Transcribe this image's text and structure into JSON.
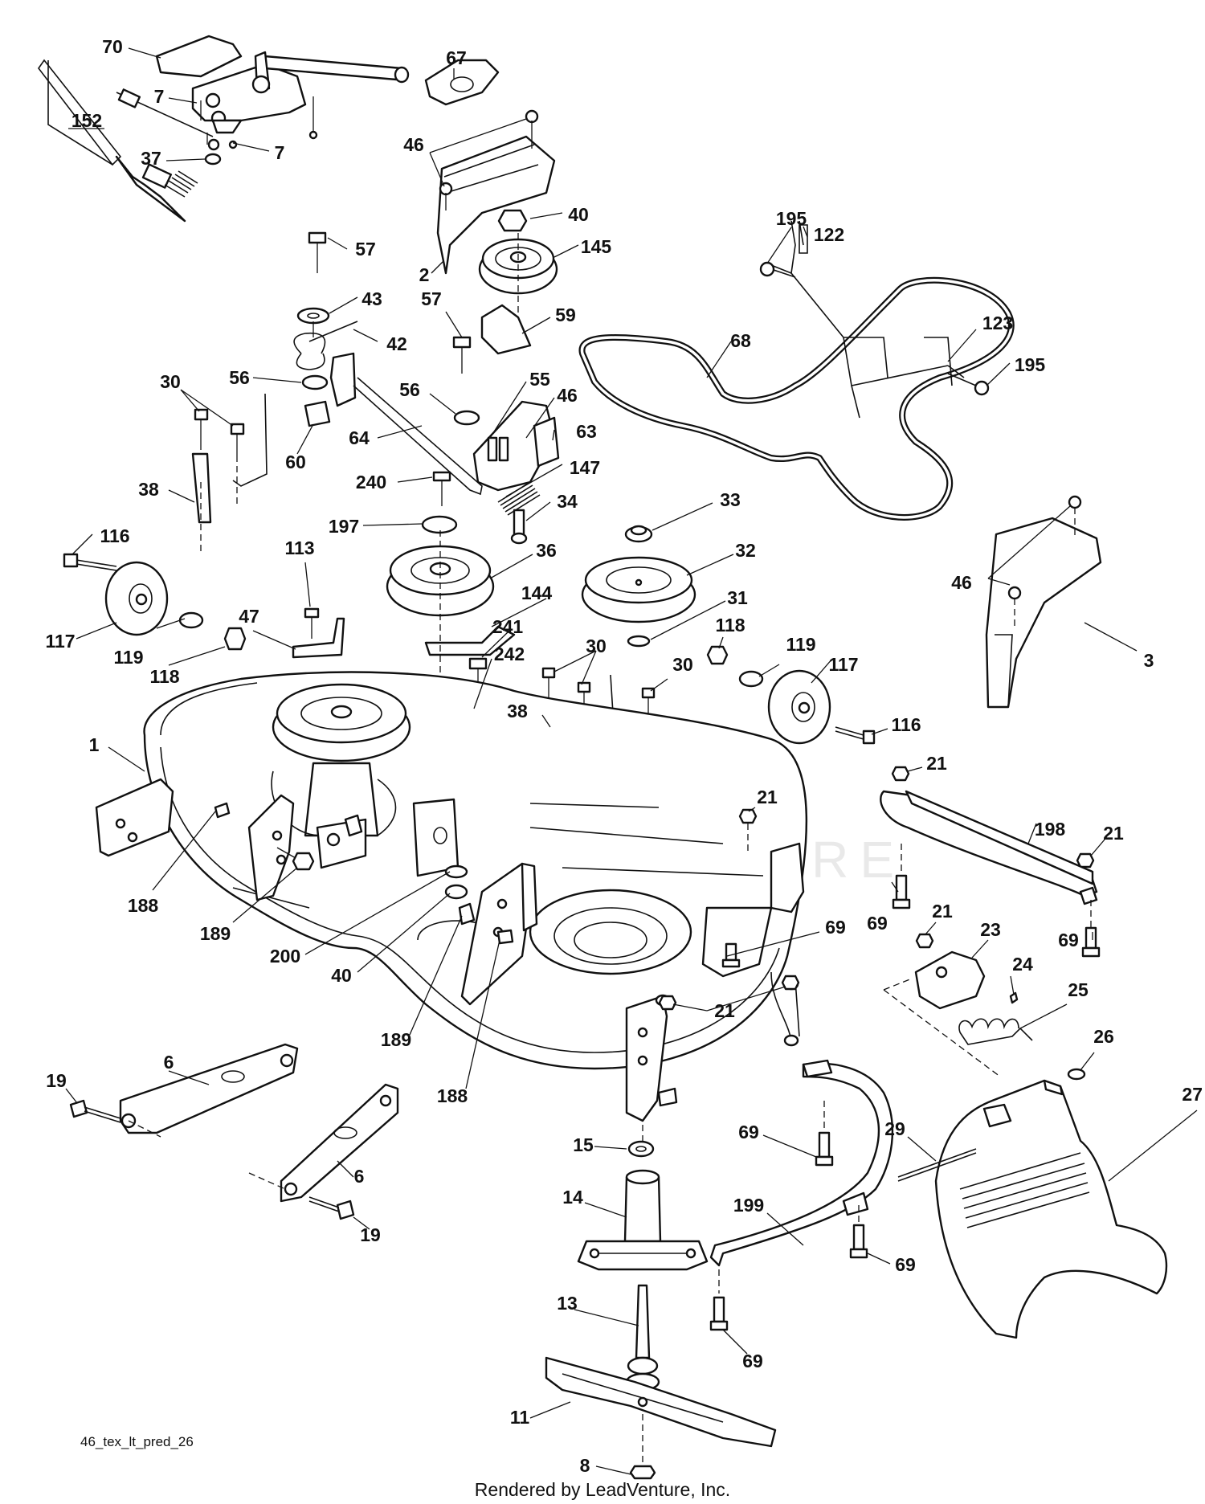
{
  "diagram": {
    "watermark": "LEADVENTURE",
    "drawing_code": "46_tex_lt_pred_26",
    "credit": "Rendered by LeadVenture, Inc."
  },
  "callouts": [
    {
      "label": "70"
    },
    {
      "label": "7"
    },
    {
      "label": "7"
    },
    {
      "label": "152"
    },
    {
      "label": "37"
    },
    {
      "label": "67"
    },
    {
      "label": "46"
    },
    {
      "label": "40"
    },
    {
      "label": "2"
    },
    {
      "label": "145"
    },
    {
      "label": "57"
    },
    {
      "label": "43"
    },
    {
      "label": "42"
    },
    {
      "label": "56"
    },
    {
      "label": "60"
    },
    {
      "label": "30"
    },
    {
      "label": "38"
    },
    {
      "label": "57"
    },
    {
      "label": "59"
    },
    {
      "label": "55"
    },
    {
      "label": "56"
    },
    {
      "label": "46"
    },
    {
      "label": "63"
    },
    {
      "label": "64"
    },
    {
      "label": "147"
    },
    {
      "label": "240"
    },
    {
      "label": "34"
    },
    {
      "label": "197"
    },
    {
      "label": "195"
    },
    {
      "label": "122"
    },
    {
      "label": "68"
    },
    {
      "label": "123"
    },
    {
      "label": "195"
    },
    {
      "label": "33"
    },
    {
      "label": "32"
    },
    {
      "label": "36"
    },
    {
      "label": "31"
    },
    {
      "label": "144"
    },
    {
      "label": "241"
    },
    {
      "label": "46"
    },
    {
      "label": "3"
    },
    {
      "label": "116"
    },
    {
      "label": "117"
    },
    {
      "label": "119"
    },
    {
      "label": "118"
    },
    {
      "label": "113"
    },
    {
      "label": "47"
    },
    {
      "label": "30"
    },
    {
      "label": "30"
    },
    {
      "label": "242"
    },
    {
      "label": "38"
    },
    {
      "label": "118"
    },
    {
      "label": "119"
    },
    {
      "label": "117"
    },
    {
      "label": "116"
    },
    {
      "label": "1"
    },
    {
      "label": "21"
    },
    {
      "label": "21"
    },
    {
      "label": "198"
    },
    {
      "label": "21"
    },
    {
      "label": "188"
    },
    {
      "label": "189"
    },
    {
      "label": "200"
    },
    {
      "label": "40"
    },
    {
      "label": "69"
    },
    {
      "label": "69"
    },
    {
      "label": "69"
    },
    {
      "label": "21"
    },
    {
      "label": "23"
    },
    {
      "label": "24"
    },
    {
      "label": "25"
    },
    {
      "label": "21"
    },
    {
      "label": "189"
    },
    {
      "label": "188"
    },
    {
      "label": "26"
    },
    {
      "label": "27"
    },
    {
      "label": "6"
    },
    {
      "label": "19"
    },
    {
      "label": "6"
    },
    {
      "label": "19"
    },
    {
      "label": "15"
    },
    {
      "label": "29"
    },
    {
      "label": "69"
    },
    {
      "label": "14"
    },
    {
      "label": "199"
    },
    {
      "label": "69"
    },
    {
      "label": "13"
    },
    {
      "label": "69"
    },
    {
      "label": "11"
    },
    {
      "label": "8"
    }
  ]
}
